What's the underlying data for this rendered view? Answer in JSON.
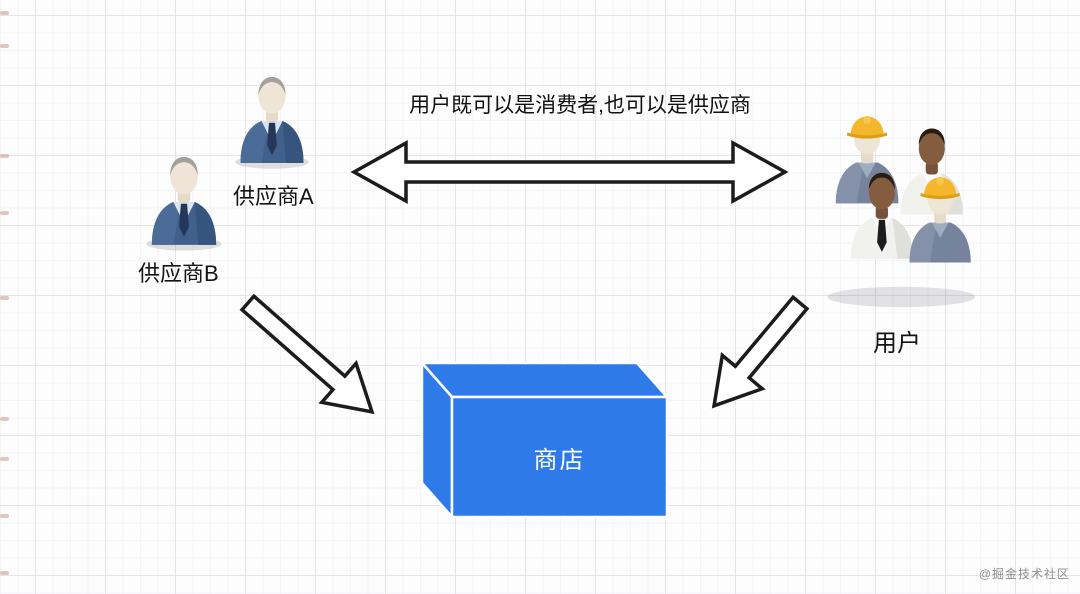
{
  "diagram": {
    "annotation": "用户既可以是消费者,也可以是供应商",
    "nodes": {
      "supplier_a": {
        "label": "供应商A",
        "icon": "businessman-icon"
      },
      "supplier_b": {
        "label": "供应商B",
        "icon": "businessman-icon"
      },
      "users": {
        "label": "用户",
        "icon": "workers-group-icon"
      },
      "shop": {
        "label": "商店",
        "shape": "3d-box"
      }
    },
    "colors": {
      "shop_box": "#2e7ae8",
      "arrow_fill": "#ffffff",
      "arrow_outline": "#1c1c1c",
      "suit_navy": "#41618c",
      "hardhat_yellow": "#f4b62c"
    },
    "watermark": "@掘金技术社区"
  }
}
